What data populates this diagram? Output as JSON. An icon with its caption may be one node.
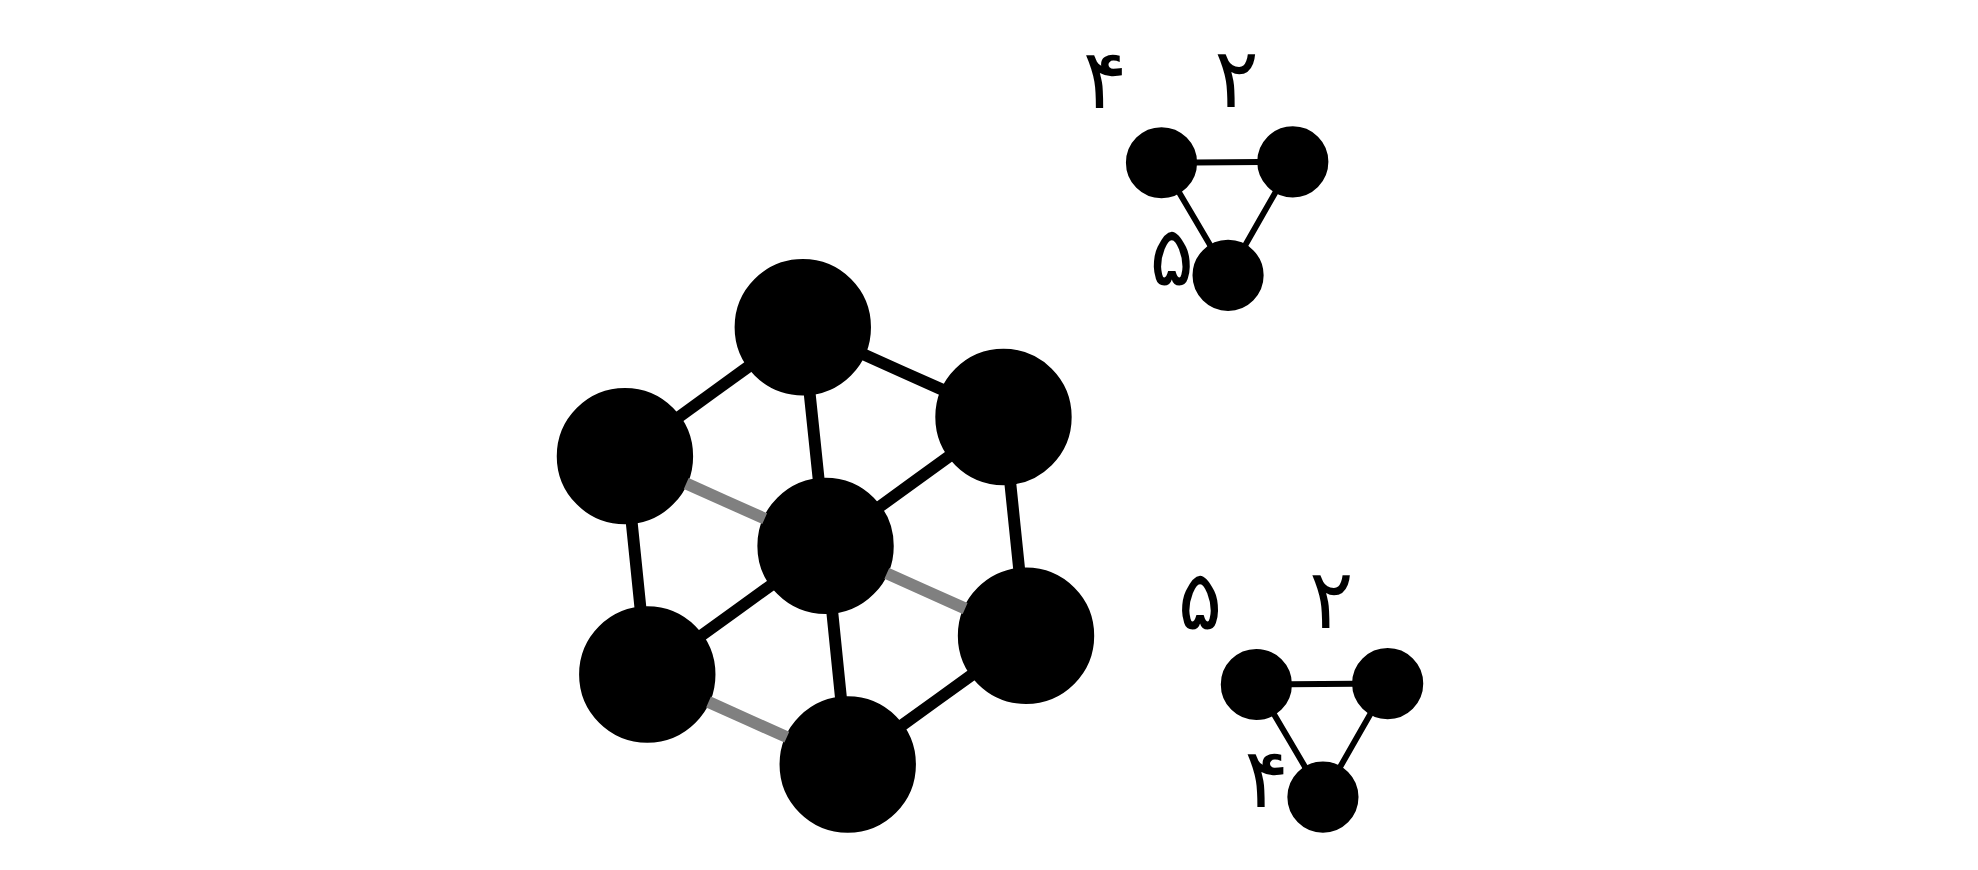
{
  "diagram": {
    "nodes": [
      {
        "text": [],
        "shape": "circle"
      },
      {
        "text": [],
        "shape": "circle"
      },
      {
        "text": [],
        "shape": "circle"
      },
      {
        "text": [],
        "shape": "circle"
      },
      {
        "text": [],
        "shape": "circle"
      },
      {
        "text": [],
        "shape": "circle"
      },
      {
        "text": [],
        "shape": "circle"
      },
      {
        "text": [],
        "shape": "circle",
        "beside": [
          "۴"
        ]
      },
      {
        "text": [],
        "shape": "circle",
        "beside": [
          "۲"
        ]
      },
      {
        "text": [],
        "shape": "circle",
        "beside": [
          "۵"
        ]
      },
      {
        "text": [],
        "shape": "circle",
        "beside": [
          "۵"
        ]
      },
      {
        "text": [],
        "shape": "circle",
        "beside": [
          "۲"
        ]
      },
      {
        "text": [],
        "shape": "circle",
        "beside": [
          "۴"
        ]
      }
    ],
    "edges": [
      {
        "from": 0,
        "to": 1,
        "arrow": "none"
      },
      {
        "from": 0,
        "to": 2,
        "arrow": "none"
      },
      {
        "from": 0,
        "to": 3,
        "arrow": "none"
      },
      {
        "from": 1,
        "to": 3,
        "arrow": "none"
      },
      {
        "from": 1,
        "to": 4,
        "arrow": "none"
      },
      {
        "from": 2,
        "to": 3,
        "arrow": "none",
        "color": "#808080"
      },
      {
        "from": 3,
        "to": 4,
        "arrow": "none",
        "color": "#808080"
      },
      {
        "from": 2,
        "to": 5,
        "arrow": "none"
      },
      {
        "from": 3,
        "to": 5,
        "arrow": "none"
      },
      {
        "from": 3,
        "to": 6,
        "arrow": "none"
      },
      {
        "from": 4,
        "to": 6,
        "arrow": "none"
      },
      {
        "from": 5,
        "to": 6,
        "arrow": "none",
        "color": "#808080"
      },
      {
        "from": 7,
        "to": 8,
        "arrow": "none"
      },
      {
        "from": 8,
        "to": 9,
        "arrow": "none"
      },
      {
        "from": 9,
        "to": 7,
        "arrow": "none"
      },
      {
        "from": 10,
        "to": 11,
        "arrow": "none"
      },
      {
        "from": 11,
        "to": 12,
        "arrow": "none"
      },
      {
        "from": 12,
        "to": 10,
        "arrow": "none"
      }
    ]
  }
}
